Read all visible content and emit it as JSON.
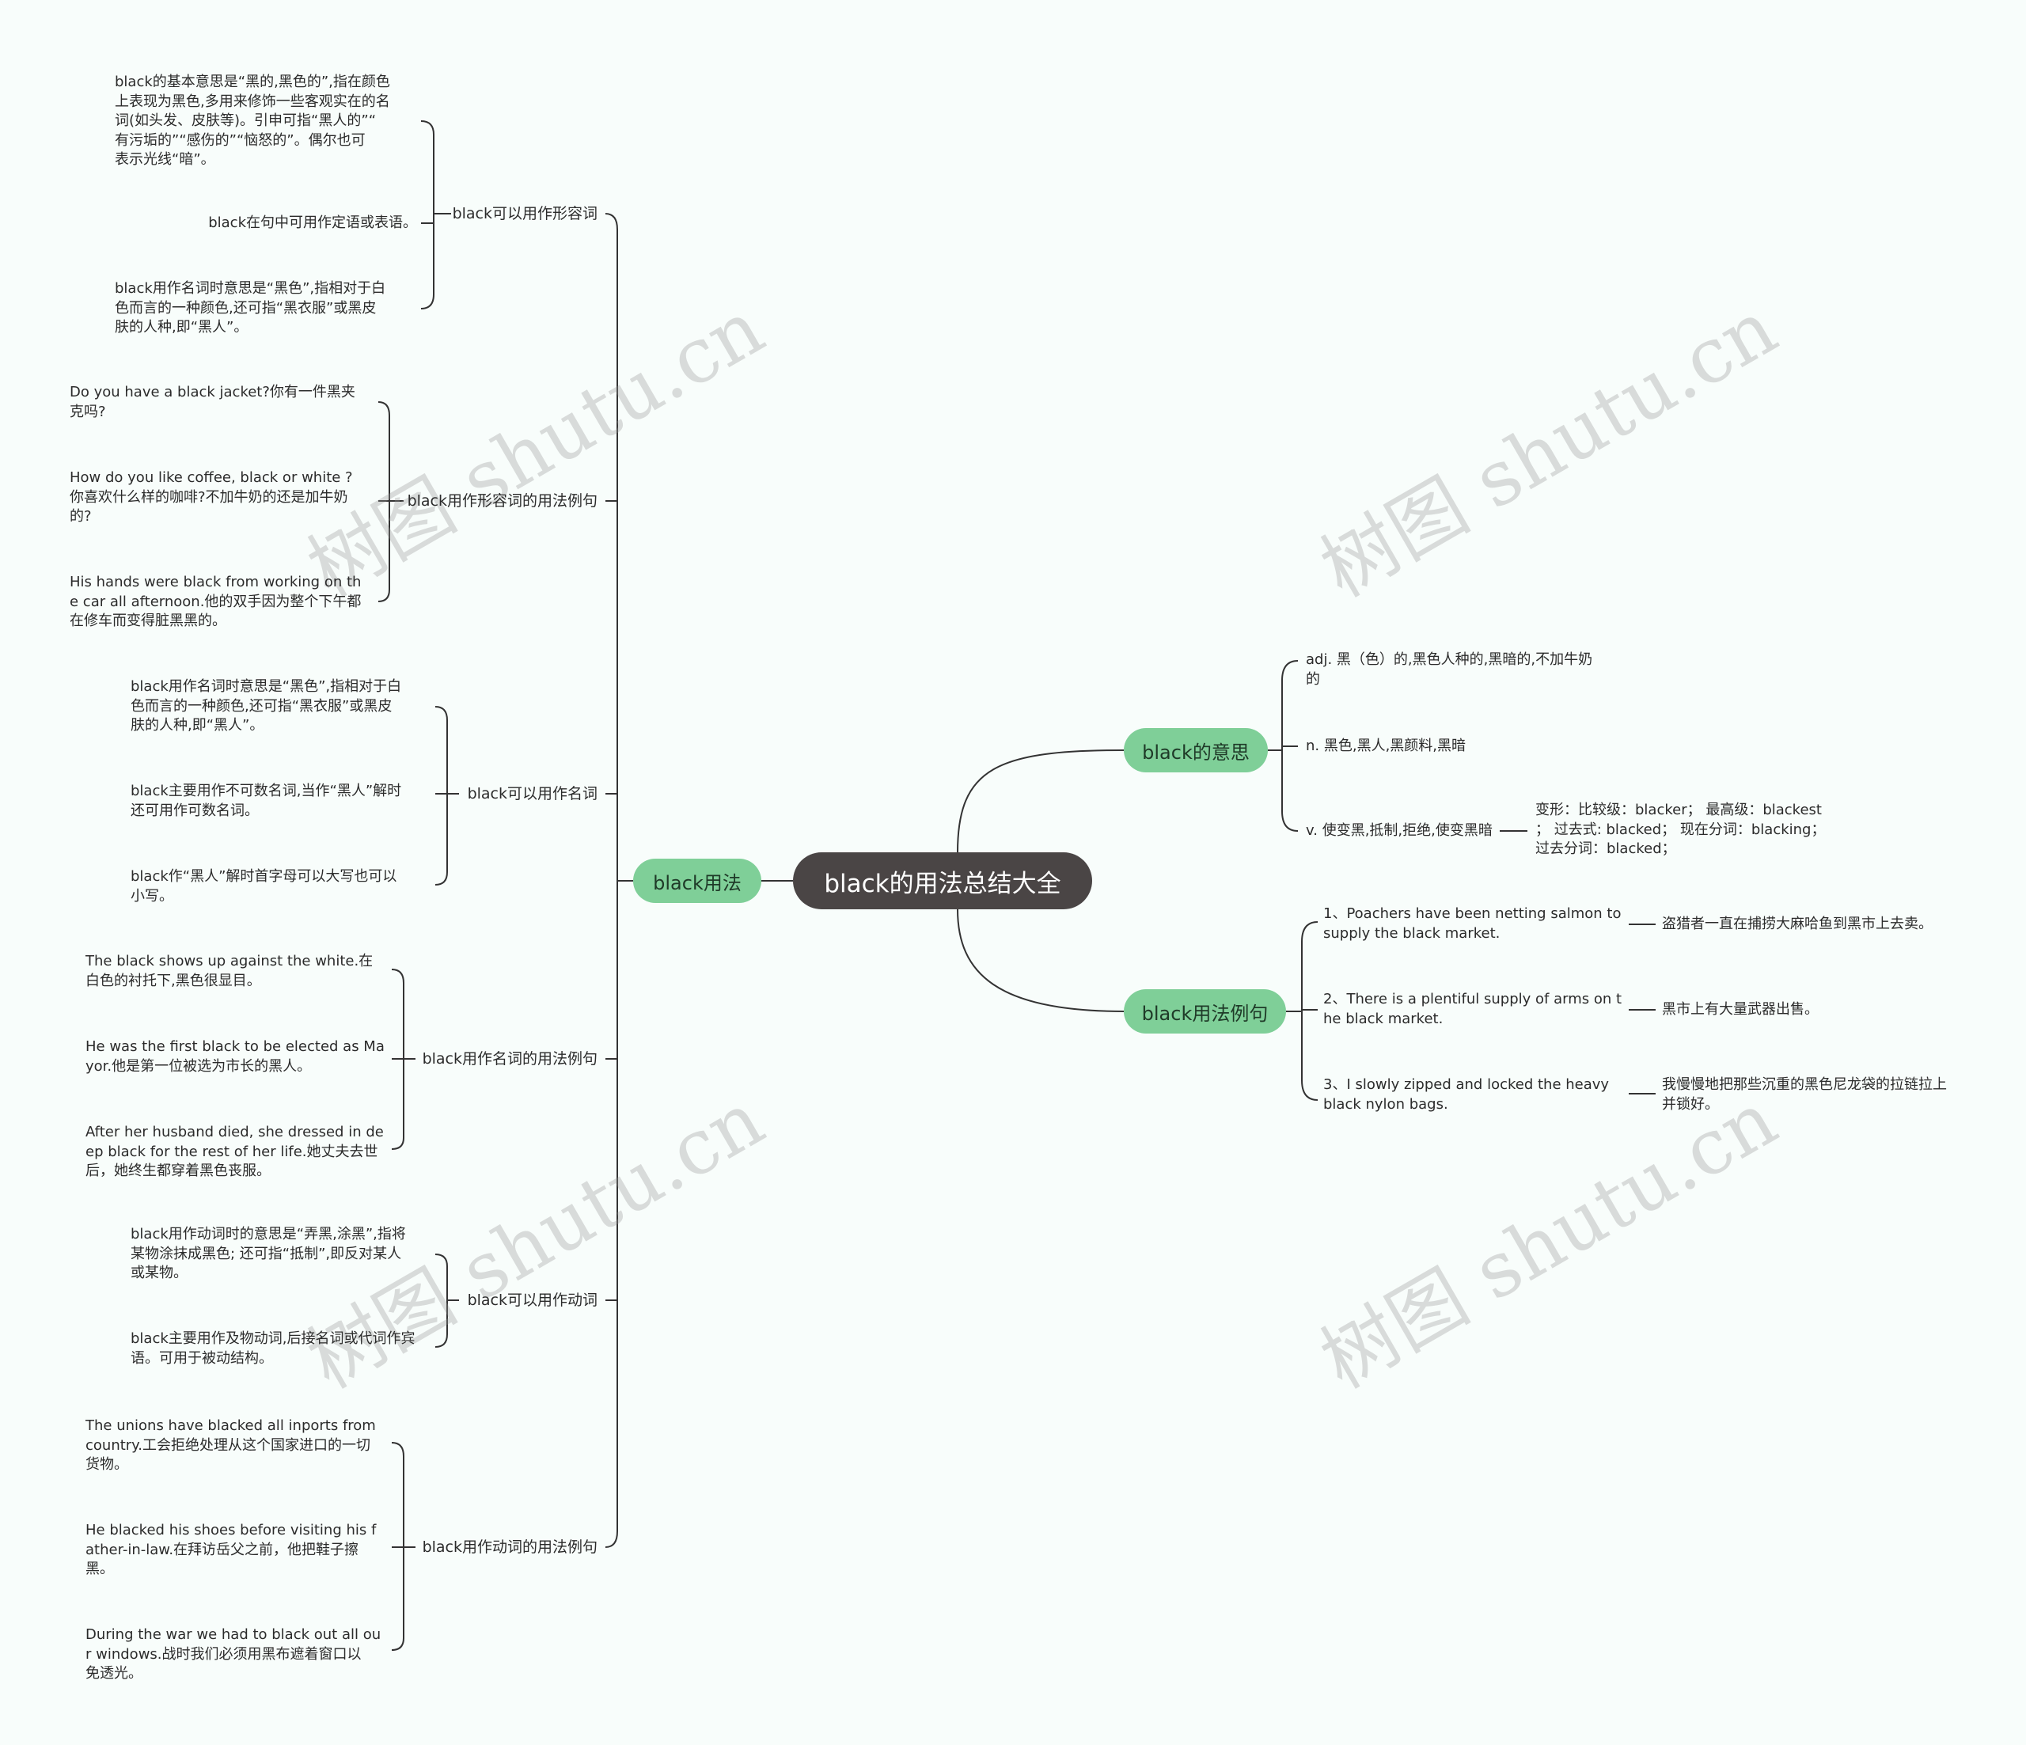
{
  "root": "black的用法总结大全",
  "branches": {
    "meaning": "black的意思",
    "usage": "black用法",
    "examples": "black用法例句"
  },
  "meaning": {
    "adj": "adj. 黑（色）的,黑色人种的,黑暗的,不加牛奶\n的",
    "n": "n. 黑色,黑人,黑颜料,黑暗",
    "v": "v. 使变黑,抵制,拒绝,使变黑暗",
    "forms": "变形：比较级：blacker；  最高级：blackest\n；  过去式: blacked；  现在分词：blacking；\n过去分词：blacked；"
  },
  "examples": [
    {
      "en": "1、Poachers have been netting salmon to\n supply the black market.",
      "zh": "盗猎者一直在捕捞大麻哈鱼到黑市上去卖。"
    },
    {
      "en": "2、There is a plentiful supply of arms on t\nhe black market.",
      "zh": "黑市上有大量武器出售。"
    },
    {
      "en": "3、I slowly zipped and locked the heavy\nblack nylon bags.",
      "zh": "我慢慢地把那些沉重的黑色尼龙袋的拉链拉上\n并锁好。"
    }
  ],
  "usage": {
    "adj_usage": {
      "label": "black可以用作形容词",
      "items": [
        "black的基本意思是“黑的,黑色的”,指在颜色\n上表现为黑色,多用来修饰一些客观实在的名\n词(如头发、皮肤等)。引申可指“黑人的”“\n有污垢的”“感伤的”“恼怒的”。偶尔也可\n表示光线“暗”。",
        "black在句中可用作定语或表语。",
        "black用作名词时意思是“黑色”,指相对于白\n色而言的一种颜色,还可指“黑衣服”或黑皮\n肤的人种,即“黑人”。"
      ]
    },
    "adj_examples": {
      "label": "black用作形容词的用法例句",
      "items": [
        "Do you have a black jacket?你有一件黑夹\n克吗?",
        "How do you like coffee, black or white ?\n你喜欢什么样的咖啡?不加牛奶的还是加牛奶\n的?",
        "His hands were black from working on th\ne car all afternoon.他的双手因为整个下午都\n在修车而变得脏黑黑的。"
      ]
    },
    "noun_usage": {
      "label": "black可以用作名词",
      "items": [
        "black用作名词时意思是“黑色”,指相对于白\n色而言的一种颜色,还可指“黑衣服”或黑皮\n肤的人种,即“黑人”。",
        "black主要用作不可数名词,当作“黑人”解时\n还可用作可数名词。",
        "black作“黑人”解时首字母可以大写也可以\n小写。"
      ]
    },
    "noun_examples": {
      "label": "black用作名词的用法例句",
      "items": [
        "The black shows up against the white.在\n白色的衬托下,黑色很显目。",
        "He was the first black to be elected as Ma\nyor.他是第一位被选为市长的黑人。",
        "After her husband died, she dressed in de\nep black for the rest of her life.她丈夫去世\n后，她终生都穿着黑色丧服。"
      ]
    },
    "verb_usage": {
      "label": "black可以用作动词",
      "items": [
        "black用作动词时的意思是“弄黑,涂黑”,指将\n某物涂抹成黑色; 还可指“抵制”,即反对某人\n或某物。",
        "black主要用作及物动词,后接名词或代词作宾\n语。可用于被动结构。"
      ]
    },
    "verb_examples": {
      "label": "black用作动词的用法例句",
      "items": [
        "The unions have blacked all inports from\ncountry.工会拒绝处理从这个国家进口的一切\n货物。",
        "He blacked his shoes before visiting his f\nather-in-law.在拜访岳父之前，他把鞋子擦\n黑。",
        "During the war we had to black out all ou\nr windows.战时我们必须用黑布遮着窗口以\n免透光。"
      ]
    }
  },
  "watermark": "树图 shutu.cn",
  "colors": {
    "background": "#f8fdfb",
    "root": "#4a4545",
    "branch": "#7fcf98",
    "line": "#333333"
  }
}
